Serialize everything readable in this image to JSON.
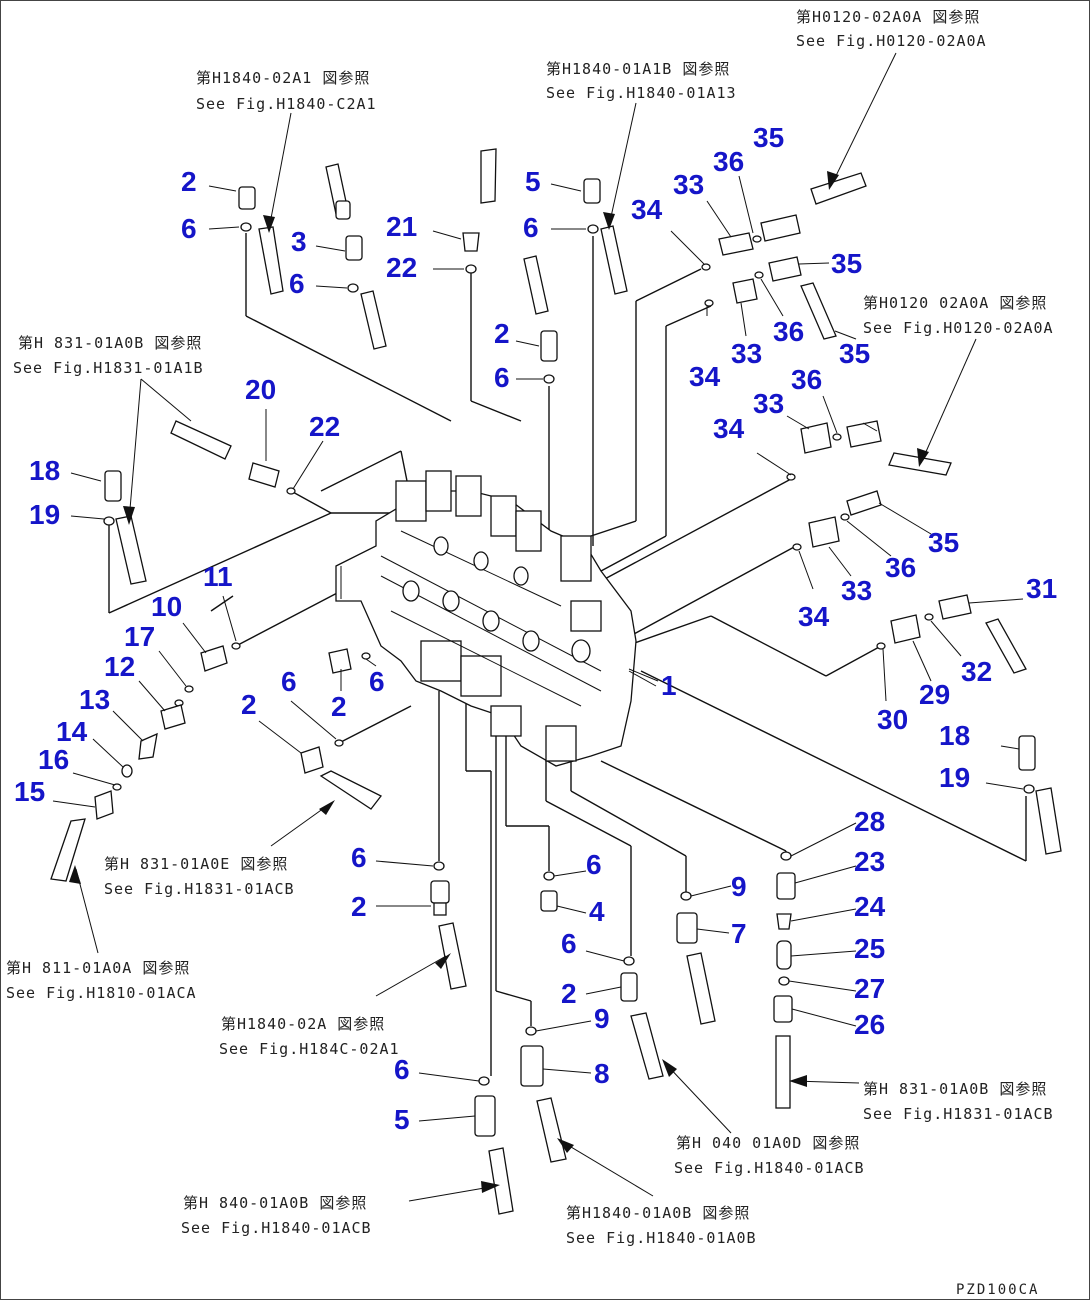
{
  "diagram": {
    "drawing_code": "PZD100CA",
    "callouts": [
      {
        "id": "c2a",
        "label": "2"
      },
      {
        "id": "c6a",
        "label": "6"
      },
      {
        "id": "c3",
        "label": "3"
      },
      {
        "id": "c6b",
        "label": "6"
      },
      {
        "id": "c21",
        "label": "21"
      },
      {
        "id": "c22a",
        "label": "22"
      },
      {
        "id": "c5a",
        "label": "5"
      },
      {
        "id": "c6c",
        "label": "6"
      },
      {
        "id": "c2b",
        "label": "2"
      },
      {
        "id": "c6d",
        "label": "6"
      },
      {
        "id": "c34a",
        "label": "34"
      },
      {
        "id": "c33a",
        "label": "33"
      },
      {
        "id": "c36a",
        "label": "36"
      },
      {
        "id": "c35a",
        "label": "35"
      },
      {
        "id": "c35b",
        "label": "35"
      },
      {
        "id": "c36b",
        "label": "36"
      },
      {
        "id": "c33b",
        "label": "33"
      },
      {
        "id": "c34b",
        "label": "34"
      },
      {
        "id": "c35c",
        "label": "35"
      },
      {
        "id": "c36c",
        "label": "36"
      },
      {
        "id": "c33c",
        "label": "33"
      },
      {
        "id": "c34c",
        "label": "34"
      },
      {
        "id": "c35d",
        "label": "35"
      },
      {
        "id": "c36d",
        "label": "36"
      },
      {
        "id": "c33d",
        "label": "33"
      },
      {
        "id": "c34d",
        "label": "34"
      },
      {
        "id": "c31",
        "label": "31"
      },
      {
        "id": "c32",
        "label": "32"
      },
      {
        "id": "c29",
        "label": "29"
      },
      {
        "id": "c30",
        "label": "30"
      },
      {
        "id": "c1",
        "label": "1"
      },
      {
        "id": "c18a",
        "label": "18"
      },
      {
        "id": "c19a",
        "label": "19"
      },
      {
        "id": "c20",
        "label": "20"
      },
      {
        "id": "c22b",
        "label": "22"
      },
      {
        "id": "c18b",
        "label": "18"
      },
      {
        "id": "c19b",
        "label": "19"
      },
      {
        "id": "c11",
        "label": "11"
      },
      {
        "id": "c10",
        "label": "10"
      },
      {
        "id": "c17",
        "label": "17"
      },
      {
        "id": "c12",
        "label": "12"
      },
      {
        "id": "c13",
        "label": "13"
      },
      {
        "id": "c14",
        "label": "14"
      },
      {
        "id": "c16",
        "label": "16"
      },
      {
        "id": "c15",
        "label": "15"
      },
      {
        "id": "c6e",
        "label": "6"
      },
      {
        "id": "c2c",
        "label": "2"
      },
      {
        "id": "c2d",
        "label": "2"
      },
      {
        "id": "c6f",
        "label": "6"
      },
      {
        "id": "c6g",
        "label": "6"
      },
      {
        "id": "c2e",
        "label": "2"
      },
      {
        "id": "c6h",
        "label": "6"
      },
      {
        "id": "c4",
        "label": "4"
      },
      {
        "id": "c6i",
        "label": "6"
      },
      {
        "id": "c2f",
        "label": "2"
      },
      {
        "id": "c9a",
        "label": "9"
      },
      {
        "id": "c9b",
        "label": "9"
      },
      {
        "id": "c7",
        "label": "7"
      },
      {
        "id": "c8",
        "label": "8"
      },
      {
        "id": "c6j",
        "label": "6"
      },
      {
        "id": "c5b",
        "label": "5"
      },
      {
        "id": "c28",
        "label": "28"
      },
      {
        "id": "c23",
        "label": "23"
      },
      {
        "id": "c24",
        "label": "24"
      },
      {
        "id": "c25",
        "label": "25"
      },
      {
        "id": "c27",
        "label": "27"
      },
      {
        "id": "c26",
        "label": "26"
      }
    ],
    "references": [
      {
        "id": "r1",
        "jp": "第H1840-02A1 図参照",
        "en": "See Fig.H1840-C2A1"
      },
      {
        "id": "r2",
        "jp": "第H1840-01A1B 図参照",
        "en": "See Fig.H1840-01A13"
      },
      {
        "id": "r3",
        "jp": "第H0120-02A0A 図参照",
        "en": "See Fig.H0120-02A0A"
      },
      {
        "id": "r4",
        "jp": "第H0120 02A0A 図参照",
        "en": "See Fig.H0120-02A0A"
      },
      {
        "id": "r5",
        "jp": "第H 831-01A0B 図参照",
        "en": "See Fig.H1831-01A1B"
      },
      {
        "id": "r6",
        "jp": "第H 831-01A0E 図参照",
        "en": "See Fig.H1831-01ACB"
      },
      {
        "id": "r7",
        "jp": "第H 811-01A0A 図参照",
        "en": "See Fig.H1810-01ACA"
      },
      {
        "id": "r8",
        "jp": "第H1840-02A 図参照",
        "en": "See Fig.H184C-02A1"
      },
      {
        "id": "r9",
        "jp": "第H 831-01A0B 図参照",
        "en": "See Fig.H1831-01ACB"
      },
      {
        "id": "r10",
        "jp": "第H 040 01A0D 図参照",
        "en": "See Fig.H1840-01ACB"
      },
      {
        "id": "r11",
        "jp": "第H 840-01A0B 図参照",
        "en": "See Fig.H1840-01ACB"
      },
      {
        "id": "r12",
        "jp": "第H1840-01A0B 図参照",
        "en": "See Fig.H1840-01A0B"
      }
    ]
  }
}
